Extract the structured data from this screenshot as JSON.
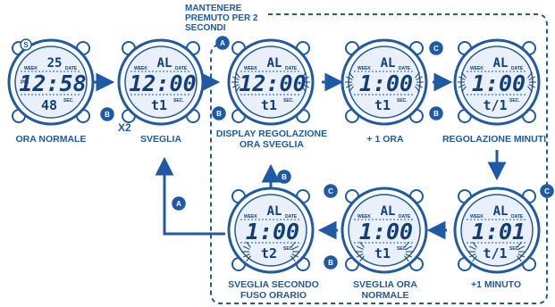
{
  "colors": {
    "primary": "#1f5aa6",
    "dark": "#123f7a",
    "light": "#e9f0fa"
  },
  "hold_note": [
    "MANTENERE",
    "PREMUTO PER 2",
    "SECONDI"
  ],
  "multiplier": "X2",
  "segment_labels": {
    "week": "WEEK",
    "date": "DATE",
    "sec": "SEC."
  },
  "watches": [
    {
      "name": "watch-ora-normale",
      "top": "25",
      "main": "12:58",
      "bottom": "48",
      "pm": "PM",
      "caption": [
        "ORA NORMALE"
      ]
    },
    {
      "name": "watch-sveglia",
      "top": "AL",
      "main": "12:00",
      "bottom": "t1",
      "caption": [
        "SVEGLIA"
      ]
    },
    {
      "name": "watch-display-regolazione",
      "top": "AL",
      "main": "12:00",
      "bottom": "t1",
      "caption": [
        "DISPLAY REGOLAZIONE",
        "ORA SVEGLIA"
      ]
    },
    {
      "name": "watch-piu-una-ora",
      "top": "AL",
      "main": "1:00",
      "bottom": "t1",
      "caption": [
        "+ 1 ORA"
      ]
    },
    {
      "name": "watch-regolazione-minuti",
      "top": "AL",
      "main": "1:00",
      "bottom": "t/1",
      "caption": [
        "REGOLAZIONE MINUTI"
      ]
    },
    {
      "name": "watch-piu-un-minuto",
      "top": "AL",
      "main": "1:01",
      "bottom": "t/1",
      "caption": [
        "+1 MINUTO"
      ]
    },
    {
      "name": "watch-sveglia-ora-normale",
      "top": "AL",
      "main": "1:00",
      "bottom": "t1",
      "caption": [
        "SVEGLIA ORA",
        "NORMALE"
      ]
    },
    {
      "name": "watch-sveglia-secondo-fuso",
      "top": "AL",
      "main": "1:00",
      "bottom": "t2",
      "caption": [
        "SVEGLIA SECONDO",
        "FUSO ORARIO"
      ]
    }
  ],
  "buttons": {
    "A": "A",
    "B": "B",
    "C": "C",
    "S": "S"
  }
}
